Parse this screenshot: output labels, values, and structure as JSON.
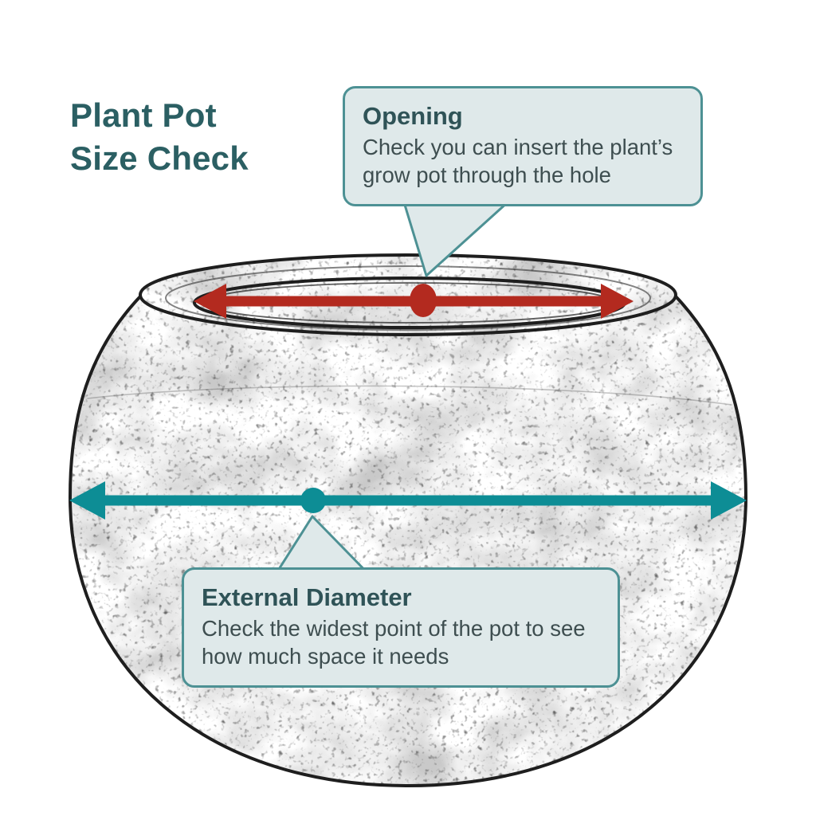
{
  "title": {
    "line1": "Plant Pot",
    "line2": "Size Check"
  },
  "callouts": {
    "opening": {
      "heading": "Opening",
      "body": "Check you can insert the plant’s grow pot through the hole"
    },
    "external_diameter": {
      "heading": "External Diameter",
      "body": "Check the widest point of the pot to see how much space it needs"
    }
  },
  "colors": {
    "title": "#2b5f63",
    "heading": "#2f5357",
    "body_text": "#3e4e50",
    "callout_fill": "#dfe9ea",
    "callout_border": "#4d9194",
    "accent_red": "#b32a1f",
    "accent_teal": "#0d8d95",
    "sketch_line": "#1e1e1e"
  }
}
